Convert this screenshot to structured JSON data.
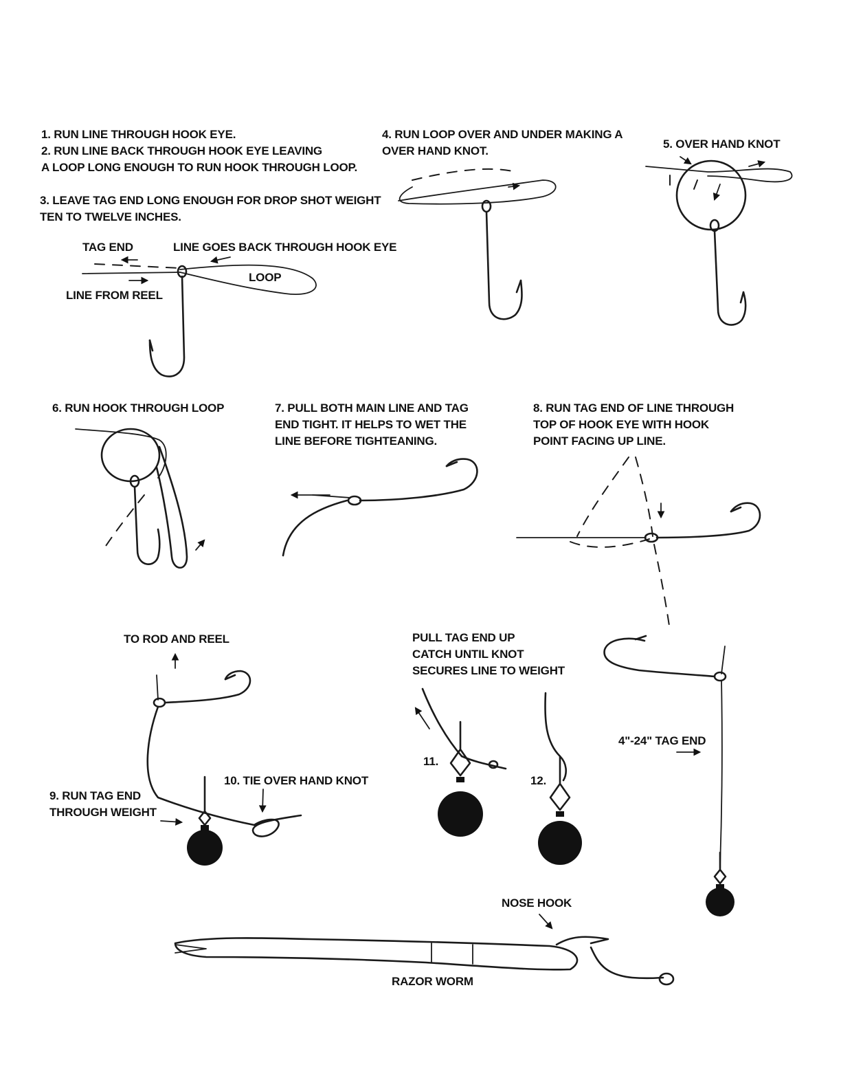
{
  "steps": {
    "step1_3": {
      "line1": "1.  RUN LINE THROUGH HOOK EYE.",
      "line2": "2. RUN LINE BACK THROUGH HOOK EYE LEAVING",
      "line3": "A LOOP LONG ENOUGH TO RUN HOOK THROUGH LOOP.",
      "line4": "3. LEAVE TAG END LONG ENOUGH FOR DROP SHOT WEIGHT",
      "line5": "TEN TO TWELVE INCHES."
    },
    "step4": {
      "line1": "4. RUN LOOP OVER AND UNDER MAKING A",
      "line2": "OVER HAND KNOT."
    },
    "step5": {
      "line1": "5. OVER HAND KNOT"
    },
    "step6": {
      "line1": "6. RUN HOOK THROUGH LOOP"
    },
    "step7": {
      "line1": "7. PULL BOTH MAIN LINE AND TAG",
      "line2": "END TIGHT.  IT HELPS TO WET THE",
      "line3": "LINE BEFORE TIGHTEANING."
    },
    "step8": {
      "line1": "8.  RUN TAG END OF LINE THROUGH",
      "line2": "TOP OF HOOK EYE WITH HOOK",
      "line3": "POINT FACING UP LINE."
    },
    "step9": {
      "line1": "9.  RUN TAG END",
      "line2": "THROUGH WEIGHT"
    },
    "step10": {
      "line1": "10. TIE OVER HAND KNOT"
    },
    "step11": {
      "line1": "11."
    },
    "step12": {
      "line1": "12."
    },
    "pull_note": {
      "line1": "PULL TAG END UP",
      "line2": "CATCH UNTIL KNOT",
      "line3": "SECURES LINE TO WEIGHT"
    }
  },
  "callouts": {
    "tag_end": "TAG END",
    "line_back": "LINE GOES BACK THROUGH HOOK EYE",
    "loop": "LOOP",
    "line_from_reel": "LINE FROM REEL",
    "to_rod": "TO ROD AND REEL",
    "tag_length": "4\"-24\" TAG END",
    "nose_hook": "NOSE HOOK",
    "razor_worm": "RAZOR WORM"
  }
}
